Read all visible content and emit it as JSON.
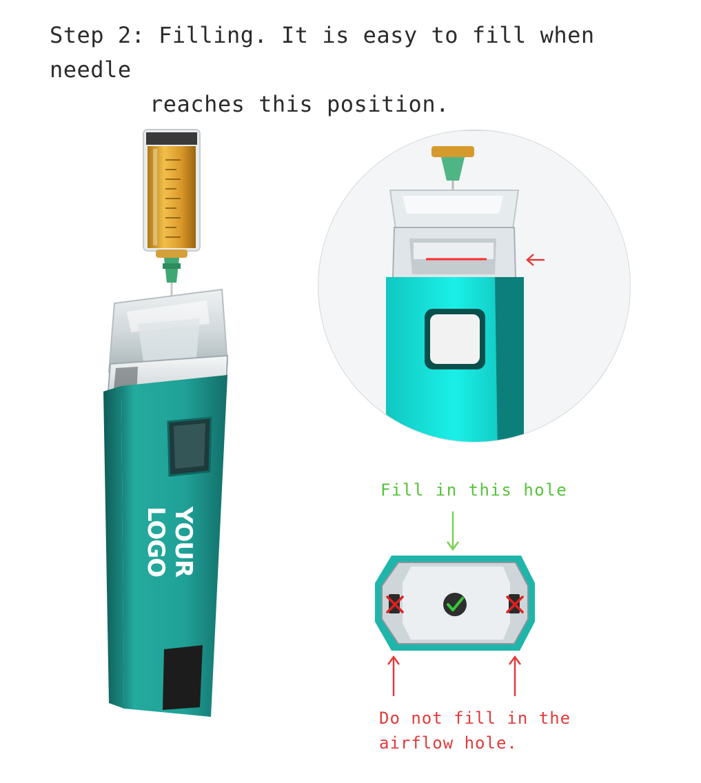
{
  "heading": {
    "line1": "Step 2: Filling. It is easy to fill when needle",
    "line2": "reaches this position."
  },
  "labels": {
    "fill_hole": "Fill in this hole",
    "airflow_line1": "Do not fill in the",
    "airflow_line2": "airflow hole."
  },
  "device": {
    "logo_text": "YOUR LOGO"
  },
  "colors": {
    "device_body": "#1fa59a",
    "device_zoom": "#14d7d0",
    "syringe_oil": "#e1a52c",
    "needle_hub": "#3fa774",
    "green_label": "#56c23a",
    "red_label": "#e23a3a"
  },
  "icons": {
    "check": "check-icon",
    "airflow_x": "x-mark-icon"
  }
}
